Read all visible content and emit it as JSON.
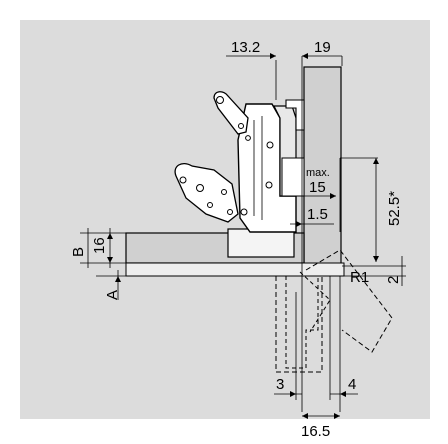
{
  "colors": {
    "background": "#dcdcdc",
    "panel": "#d0d0d0",
    "frame": "#f2f2f2",
    "hinge_fill": "#ffffff",
    "line": "#000000"
  },
  "dimensions": {
    "top_left": "13.2",
    "top_right": "19",
    "max_label": "max.",
    "max_value": "15",
    "gap_value": "1.5",
    "height_value": "52.5*",
    "b_label": "B",
    "b_value": "16",
    "a_label": "A",
    "radius": "R1",
    "right_small": "2",
    "bottom_left": "3",
    "bottom_right": "4",
    "bottom_total": "16.5"
  }
}
